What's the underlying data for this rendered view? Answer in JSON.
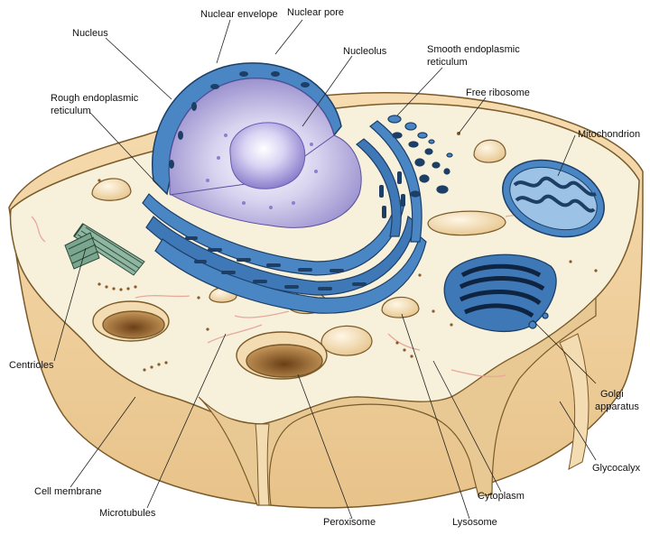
{
  "labels": {
    "nuclear_envelope": "Nuclear envelope",
    "nuclear_pore": "Nuclear pore",
    "nucleus": "Nucleus",
    "nucleolus": "Nucleolus",
    "smooth_er_line1": "Smooth endoplasmic",
    "smooth_er_line2": "reticulum",
    "rough_er_line1": "Rough endoplasmic",
    "rough_er_line2": "reticulum",
    "free_ribosome": "Free ribosome",
    "mitochondrion": "Mitochondrion",
    "centrioles": "Centrioles",
    "golgi_line1": "Golgi",
    "golgi_line2": "apparatus",
    "glycocalyx": "Glycocalyx",
    "cell_membrane": "Cell membrane",
    "microtubules": "Microtubules",
    "peroxisome": "Peroxisome",
    "lysosome": "Lysosome",
    "cytoplasm": "Cytoplasm"
  },
  "colors": {
    "cytoplasm": "#f7f1dc",
    "membrane_side": "#efd3a0",
    "organelle_blue": "#4a86c4",
    "organelle_dark": "#1d3f66",
    "nucleolus": "#a89bd6",
    "vesicle": "#f4ddb0"
  }
}
